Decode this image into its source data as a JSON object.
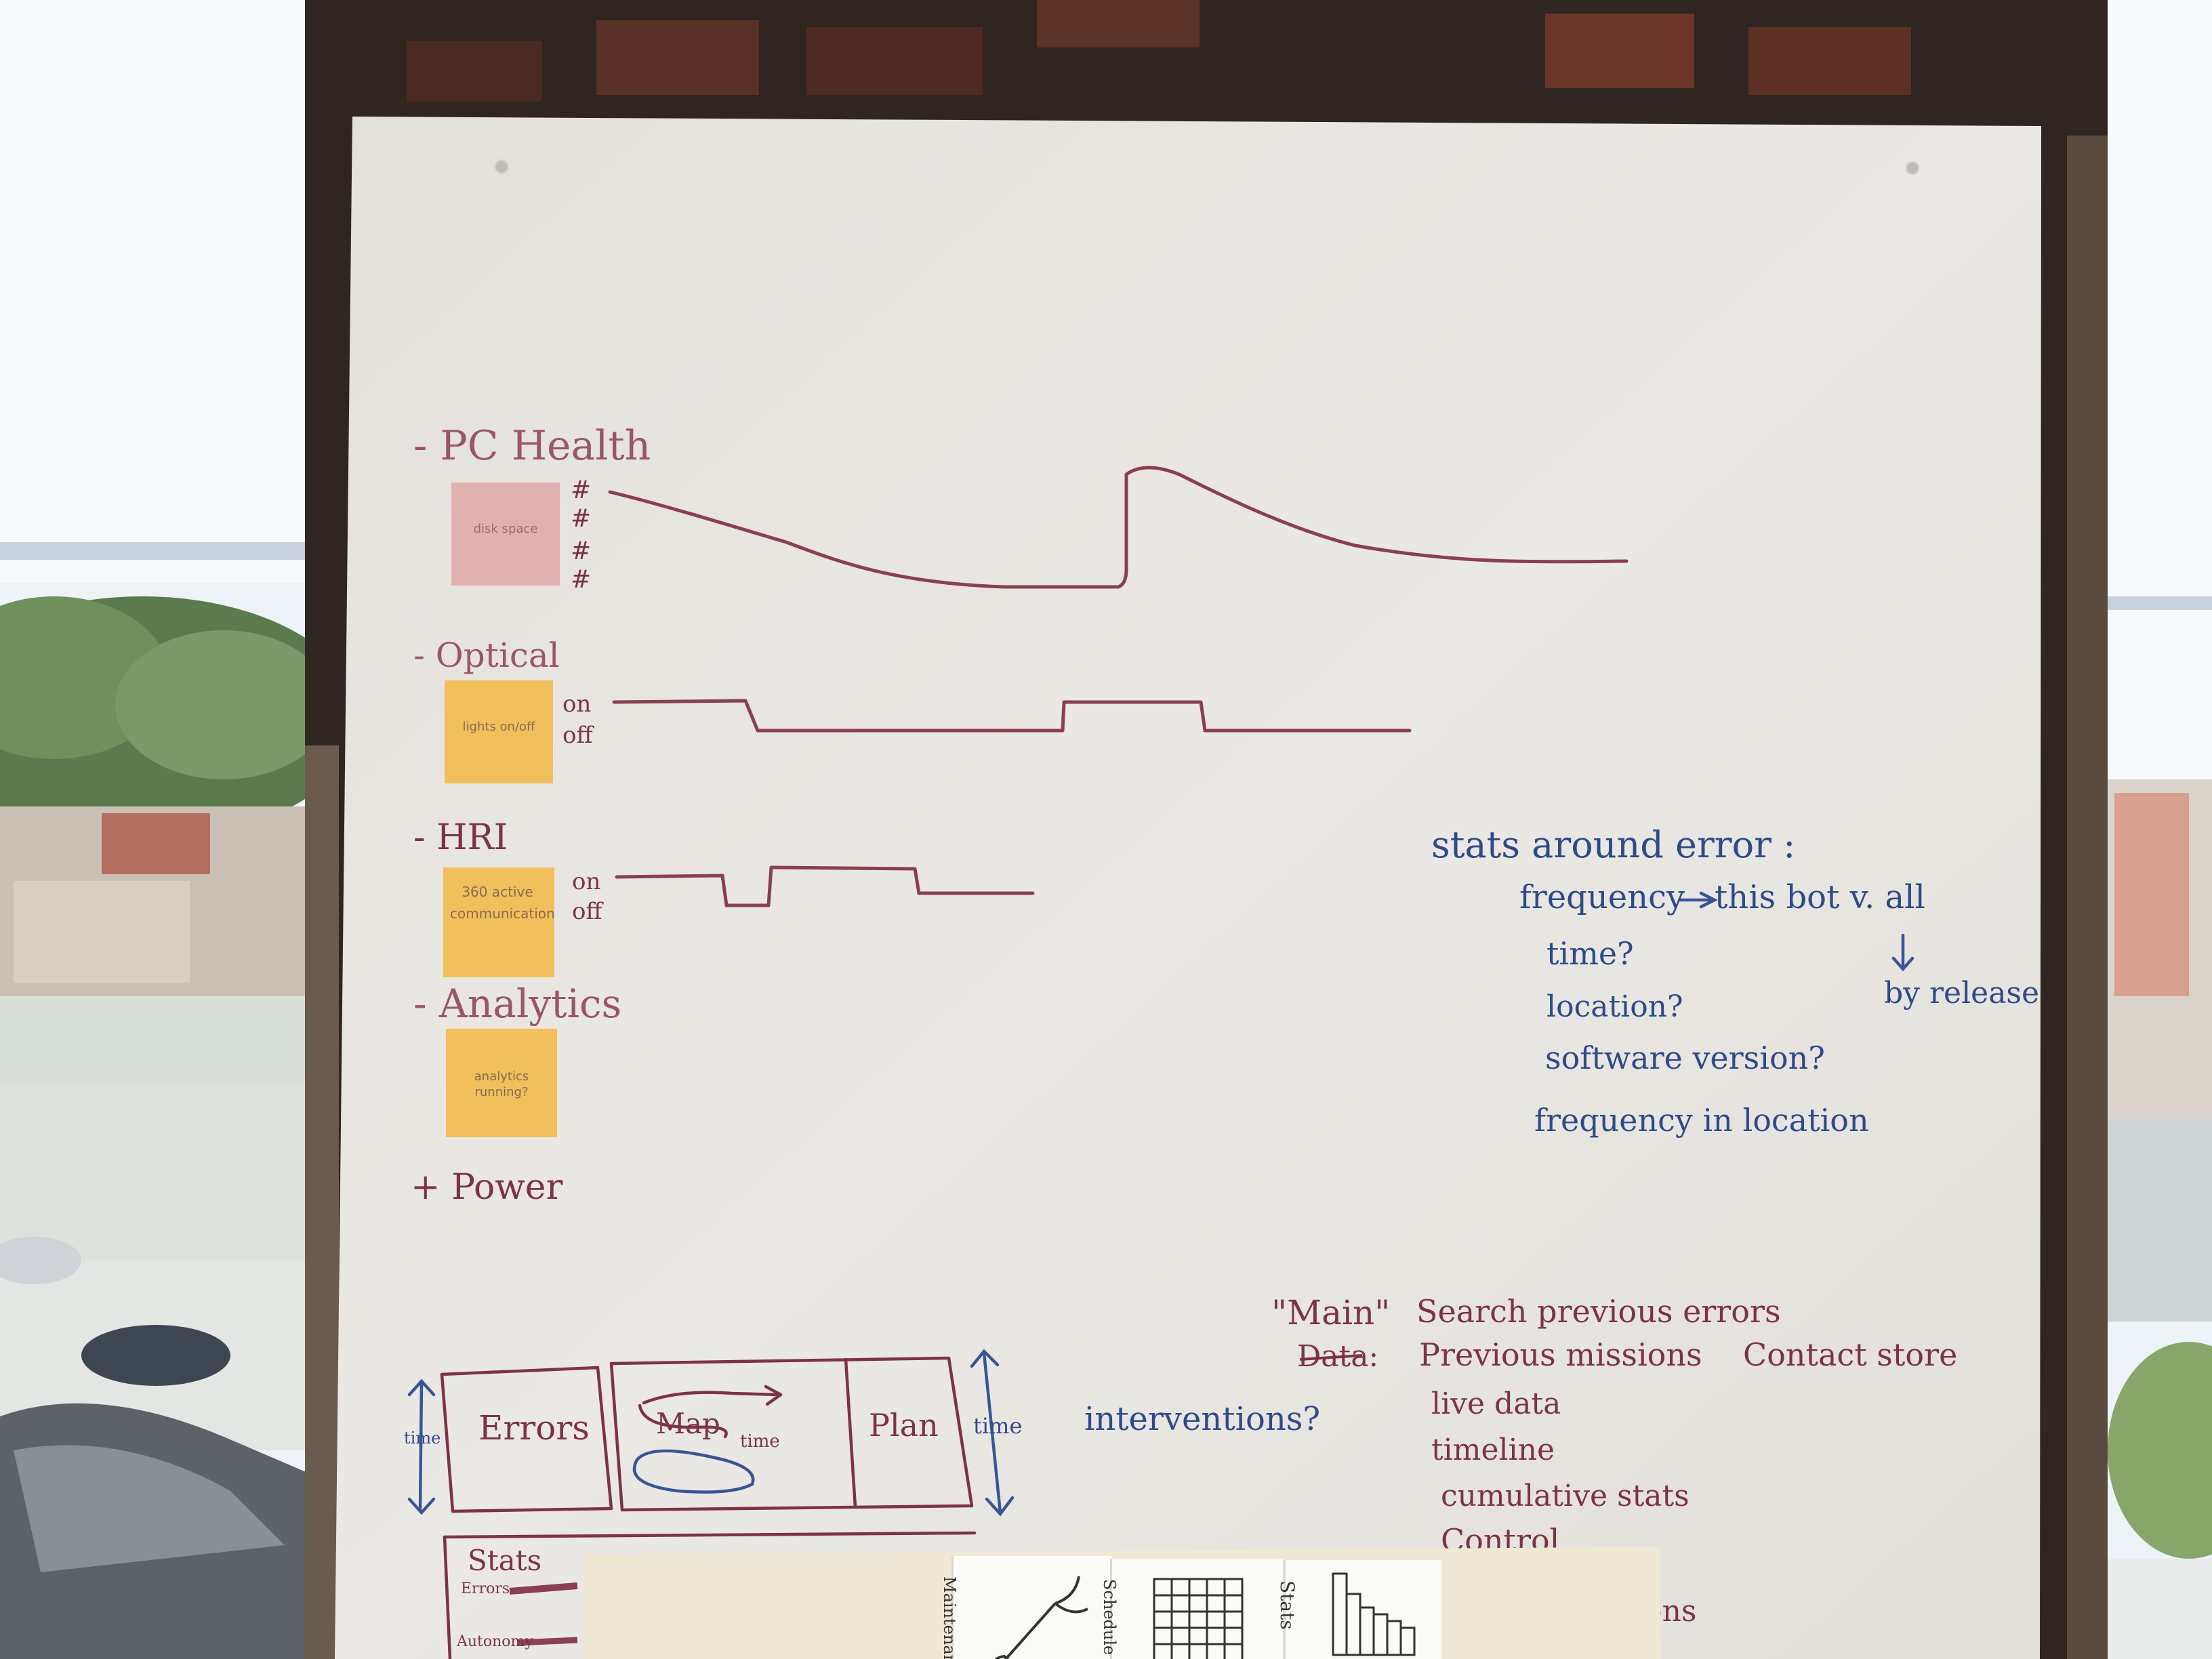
{
  "whiteboard": {
    "metrics": [
      {
        "label": "- PC Health",
        "sticky": "disk space",
        "axis": [
          "#",
          "#",
          "#",
          "#"
        ]
      },
      {
        "label": "- Optical",
        "sticky": "lights on/off",
        "axis": [
          "on",
          "off"
        ]
      },
      {
        "label": "- HRI",
        "sticky": "360 active communication",
        "axis": [
          "on",
          "off"
        ]
      },
      {
        "label": "- Analytics",
        "sticky": "analytics running?",
        "axis": []
      },
      {
        "label": "+ Power",
        "sticky": "",
        "axis": []
      }
    ],
    "stats_note": {
      "heading": "stats around error :",
      "lines": [
        "frequency",
        "this bot v. all",
        "time?",
        "location?",
        "software version?",
        "frequency in location"
      ],
      "side_note": "by release"
    },
    "main_note": {
      "title": "\"Main\"",
      "search": "Search previous errors",
      "data_label": "Data:",
      "items": [
        "Previous missions",
        "live data",
        "timeline",
        "cumulative stats",
        "Control"
      ],
      "contact": "Contact store",
      "partial": "ions"
    },
    "wireframe": {
      "time_label": "time",
      "errors": "Errors",
      "map": "Map",
      "map_time": "time",
      "plan": "Plan",
      "right_time": "time",
      "interventions": "interventions?",
      "stats": "Stats",
      "errors_small": "Errors",
      "autonomy": "Autonomy"
    },
    "paper_cards": [
      "Maintenance",
      "Schedule",
      "Stats"
    ]
  },
  "colors": {
    "maroon": "#7d3347",
    "blue": "#2f4a8a",
    "sticky_yellow": "#f4c05a",
    "sticky_pink": "#e2aaa6",
    "board": "#ebe8e2",
    "brick": "#3a2a24"
  }
}
